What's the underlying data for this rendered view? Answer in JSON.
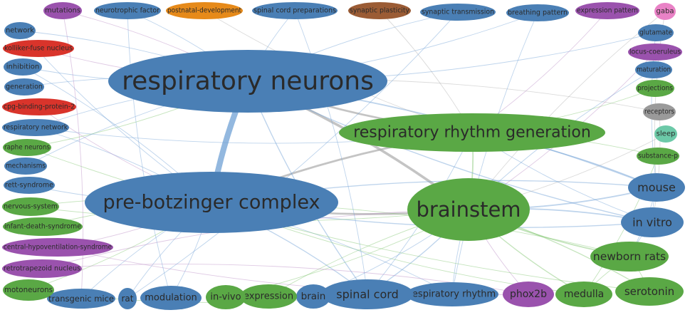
{
  "palette": {
    "blue": "#4a7fb5",
    "green": "#5aa845",
    "purple": "#9a52ad",
    "red": "#d9342b",
    "orange": "#e68a1a",
    "brown": "#9b5c35",
    "gray": "#9a9a9a",
    "teal": "#6cc9a8",
    "pink": "#e982c6",
    "edge_blue": "#6fa0d4",
    "edge_green": "#7cc46a",
    "edge_purple": "#b78ac4",
    "edge_gray": "#b0b0b0"
  },
  "nodes": [
    {
      "id": "respiratory-neurons",
      "label": "respiratory neurons",
      "color": "blue"
    },
    {
      "id": "pre-botzinger-complex",
      "label": "pre-botzinger complex",
      "color": "blue"
    },
    {
      "id": "respiratory-rhythm-generation",
      "label": "respiratory rhythm generation",
      "color": "green"
    },
    {
      "id": "brainstem",
      "label": "brainstem",
      "color": "green"
    },
    {
      "id": "mouse",
      "label": "mouse",
      "color": "blue"
    },
    {
      "id": "in-vitro",
      "label": "in vitro",
      "color": "blue"
    },
    {
      "id": "newborn-rats",
      "label": "newborn rats",
      "color": "green"
    },
    {
      "id": "serotonin",
      "label": "serotonin",
      "color": "green"
    },
    {
      "id": "medulla",
      "label": "medulla",
      "color": "green"
    },
    {
      "id": "phox2b",
      "label": "phox2b",
      "color": "purple"
    },
    {
      "id": "respiratory-rhythm",
      "label": "respiratory rhythm",
      "color": "blue"
    },
    {
      "id": "spinal-cord",
      "label": "spinal cord",
      "color": "blue"
    },
    {
      "id": "brain",
      "label": "brain",
      "color": "blue"
    },
    {
      "id": "expression",
      "label": "expression",
      "color": "green"
    },
    {
      "id": "in-vivo",
      "label": "in-vivo",
      "color": "green"
    },
    {
      "id": "modulation",
      "label": "modulation",
      "color": "blue"
    },
    {
      "id": "rat",
      "label": "rat",
      "color": "blue"
    },
    {
      "id": "transgenic-mice",
      "label": "transgenic mice",
      "color": "blue"
    },
    {
      "id": "motoneurons",
      "label": "motoneurons",
      "color": "green"
    },
    {
      "id": "retrotrapezoid-nucleus",
      "label": "retrotrapezoid nucleus",
      "color": "purple"
    },
    {
      "id": "central-hypoventilation-syndrome",
      "label": "central-hypoventilation-syndrome",
      "color": "purple"
    },
    {
      "id": "infant-death-syndrome",
      "label": "infant-death-syndrome",
      "color": "green"
    },
    {
      "id": "nervous-system",
      "label": "nervous-system",
      "color": "green"
    },
    {
      "id": "rett-syndrome",
      "label": "rett-syndrome",
      "color": "blue"
    },
    {
      "id": "mechanisms",
      "label": "mechanisms",
      "color": "blue"
    },
    {
      "id": "raphe-neurons",
      "label": "raphe neurons",
      "color": "green"
    },
    {
      "id": "respiratory-network",
      "label": "respiratory network",
      "color": "blue"
    },
    {
      "id": "cpg-binding-protein-2",
      "label": "cpg-binding-protein-2",
      "color": "red"
    },
    {
      "id": "generation",
      "label": "generation",
      "color": "blue"
    },
    {
      "id": "inhibition",
      "label": "inhibition",
      "color": "blue"
    },
    {
      "id": "kolliker-fuse-nucleus",
      "label": "kolliker-fuse nucleus",
      "color": "red"
    },
    {
      "id": "network",
      "label": "network",
      "color": "blue"
    },
    {
      "id": "mutations",
      "label": "mutations",
      "color": "purple"
    },
    {
      "id": "neurotrophic-factor",
      "label": "neurotrophic factor",
      "color": "blue"
    },
    {
      "id": "postnatal-development",
      "label": "postnatal-development",
      "color": "orange"
    },
    {
      "id": "spinal-cord-preparations",
      "label": "spinal cord preparations",
      "color": "blue"
    },
    {
      "id": "synaptic-plasticity",
      "label": "synaptic plasticity",
      "color": "brown"
    },
    {
      "id": "synaptic-transmission",
      "label": "synaptic transmission",
      "color": "blue"
    },
    {
      "id": "breathing-pattern",
      "label": "breathing pattern",
      "color": "blue"
    },
    {
      "id": "expression-pattern",
      "label": "expression pattern",
      "color": "purple"
    },
    {
      "id": "gaba",
      "label": "gaba",
      "color": "pink"
    },
    {
      "id": "glutamate",
      "label": "glutamate",
      "color": "blue"
    },
    {
      "id": "locus-coeruleus",
      "label": "locus-coeruleus",
      "color": "purple"
    },
    {
      "id": "maturation",
      "label": "maturation",
      "color": "blue"
    },
    {
      "id": "projections",
      "label": "projections",
      "color": "green"
    },
    {
      "id": "receptors",
      "label": "receptors",
      "color": "gray"
    },
    {
      "id": "sleep",
      "label": "sleep",
      "color": "teal"
    },
    {
      "id": "substance-p",
      "label": "substance-p",
      "color": "green"
    }
  ],
  "edges": [
    {
      "source": "respiratory-neurons",
      "target": "pre-botzinger-complex",
      "weight": 9,
      "color": "edge_blue"
    },
    {
      "source": "respiratory-neurons",
      "target": "brainstem",
      "weight": 4,
      "color": "edge_gray"
    },
    {
      "source": "respiratory-neurons",
      "target": "respiratory-rhythm-generation",
      "weight": 3,
      "color": "edge_gray"
    },
    {
      "source": "pre-botzinger-complex",
      "target": "respiratory-rhythm-generation",
      "weight": 3,
      "color": "edge_gray"
    },
    {
      "source": "pre-botzinger-complex",
      "target": "brainstem",
      "weight": 3,
      "color": "edge_gray"
    },
    {
      "source": "respiratory-rhythm-generation",
      "target": "brainstem",
      "weight": 2,
      "color": "edge_green"
    },
    {
      "source": "brainstem",
      "target": "mouse",
      "weight": 2,
      "color": "edge_blue"
    },
    {
      "source": "brainstem",
      "target": "in-vitro",
      "weight": 2,
      "color": "edge_blue"
    },
    {
      "source": "brainstem",
      "target": "newborn-rats",
      "weight": 2,
      "color": "edge_green"
    },
    {
      "source": "respiratory-neurons",
      "target": "mouse",
      "weight": 2,
      "color": "edge_blue"
    },
    {
      "source": "respiratory-neurons",
      "target": "in-vitro",
      "weight": 1.5,
      "color": "edge_blue"
    },
    {
      "source": "pre-botzinger-complex",
      "target": "mouse",
      "weight": 1.5,
      "color": "edge_blue"
    },
    {
      "source": "pre-botzinger-complex",
      "target": "in-vitro",
      "weight": 1.5,
      "color": "edge_blue"
    },
    {
      "source": "pre-botzinger-complex",
      "target": "spinal-cord",
      "weight": 1.5,
      "color": "edge_blue"
    },
    {
      "source": "respiratory-neurons",
      "target": "spinal-cord",
      "weight": 1.5,
      "color": "edge_blue"
    },
    {
      "source": "brainstem",
      "target": "spinal-cord",
      "weight": 1.5,
      "color": "edge_blue"
    },
    {
      "source": "brainstem",
      "target": "medulla",
      "weight": 1.5,
      "color": "edge_green"
    },
    {
      "source": "brainstem",
      "target": "serotonin",
      "weight": 1.5,
      "color": "edge_green"
    },
    {
      "source": "brainstem",
      "target": "phox2b",
      "weight": 1,
      "color": "edge_purple"
    },
    {
      "source": "pre-botzinger-complex",
      "target": "newborn-rats",
      "weight": 1,
      "color": "edge_green"
    },
    {
      "source": "pre-botzinger-complex",
      "target": "medulla",
      "weight": 1,
      "color": "edge_green"
    },
    {
      "source": "pre-botzinger-complex",
      "target": "respiratory-rhythm",
      "weight": 1,
      "color": "edge_blue"
    },
    {
      "source": "pre-botzinger-complex",
      "target": "rat",
      "weight": 1,
      "color": "edge_blue"
    },
    {
      "source": "pre-botzinger-complex",
      "target": "modulation",
      "weight": 1,
      "color": "edge_blue"
    },
    {
      "source": "pre-botzinger-complex",
      "target": "transgenic-mice",
      "weight": 1,
      "color": "edge_blue"
    },
    {
      "source": "pre-botzinger-complex",
      "target": "motoneurons",
      "weight": 1,
      "color": "edge_green"
    },
    {
      "source": "pre-botzinger-complex",
      "target": "respiratory-network",
      "weight": 1,
      "color": "edge_blue"
    },
    {
      "source": "pre-botzinger-complex",
      "target": "rett-syndrome",
      "weight": 1,
      "color": "edge_blue"
    },
    {
      "source": "pre-botzinger-complex",
      "target": "infant-death-syndrome",
      "weight": 1,
      "color": "edge_green"
    },
    {
      "source": "pre-botzinger-complex",
      "target": "central-hypoventilation-syndrome",
      "weight": 1,
      "color": "edge_purple"
    },
    {
      "source": "respiratory-neurons",
      "target": "network",
      "weight": 1,
      "color": "edge_blue"
    },
    {
      "source": "respiratory-neurons",
      "target": "inhibition",
      "weight": 1,
      "color": "edge_blue"
    },
    {
      "source": "respiratory-neurons",
      "target": "generation",
      "weight": 1,
      "color": "edge_blue"
    },
    {
      "source": "respiratory-neurons",
      "target": "kolliker-fuse-nucleus",
      "weight": 1,
      "color": "edge_purple"
    },
    {
      "source": "respiratory-neurons",
      "target": "neurotrophic-factor",
      "weight": 1,
      "color": "edge_blue"
    },
    {
      "source": "respiratory-neurons",
      "target": "synaptic-transmission",
      "weight": 1,
      "color": "edge_blue"
    },
    {
      "source": "respiratory-neurons",
      "target": "breathing-pattern",
      "weight": 1,
      "color": "edge_blue"
    },
    {
      "source": "respiratory-neurons",
      "target": "spinal-cord-preparations",
      "weight": 1,
      "color": "edge_blue"
    },
    {
      "source": "respiratory-neurons",
      "target": "glutamate",
      "weight": 1,
      "color": "edge_blue"
    },
    {
      "source": "respiratory-neurons",
      "target": "receptors",
      "weight": 1,
      "color": "edge_gray"
    },
    {
      "source": "respiratory-neurons",
      "target": "mechanisms",
      "weight": 1,
      "color": "edge_blue"
    },
    {
      "source": "respiratory-neurons",
      "target": "raphe-neurons",
      "weight": 1,
      "color": "edge_green"
    },
    {
      "source": "respiratory-neurons",
      "target": "mutations",
      "weight": 1,
      "color": "edge_purple"
    },
    {
      "source": "respiratory-rhythm-generation",
      "target": "mouse",
      "weight": 1.5,
      "color": "edge_blue"
    },
    {
      "source": "respiratory-rhythm-generation",
      "target": "in-vitro",
      "weight": 1,
      "color": "edge_blue"
    },
    {
      "source": "respiratory-rhythm-generation",
      "target": "respiratory-network",
      "weight": 1,
      "color": "edge_blue"
    },
    {
      "source": "respiratory-rhythm-generation",
      "target": "synaptic-plasticity",
      "weight": 1,
      "color": "edge_gray"
    },
    {
      "source": "respiratory-rhythm-generation",
      "target": "postnatal-development",
      "weight": 1,
      "color": "edge_gray"
    },
    {
      "source": "respiratory-rhythm-generation",
      "target": "expression-pattern",
      "weight": 1,
      "color": "edge_purple"
    },
    {
      "source": "respiratory-rhythm-generation",
      "target": "substance-p",
      "weight": 1,
      "color": "edge_green"
    },
    {
      "source": "respiratory-rhythm-generation",
      "target": "projections",
      "weight": 1,
      "color": "edge_green"
    },
    {
      "source": "respiratory-rhythm-generation",
      "target": "spinal-cord",
      "weight": 1,
      "color": "edge_blue"
    },
    {
      "source": "brainstem",
      "target": "locus-coeruleus",
      "weight": 1,
      "color": "edge_purple"
    },
    {
      "source": "brainstem",
      "target": "maturation",
      "weight": 1,
      "color": "edge_blue"
    },
    {
      "source": "brainstem",
      "target": "sleep",
      "weight": 1,
      "color": "edge_gray"
    },
    {
      "source": "brainstem",
      "target": "gaba",
      "weight": 1,
      "color": "edge_gray"
    },
    {
      "source": "brainstem",
      "target": "retrotrapezoid-nucleus",
      "weight": 1,
      "color": "edge_purple"
    },
    {
      "source": "brainstem",
      "target": "brain",
      "weight": 1,
      "color": "edge_blue"
    },
    {
      "source": "brainstem",
      "target": "expression",
      "weight": 1,
      "color": "edge_green"
    },
    {
      "source": "brainstem",
      "target": "in-vivo",
      "weight": 1,
      "color": "edge_green"
    },
    {
      "source": "brainstem",
      "target": "respiratory-rhythm",
      "weight": 1,
      "color": "edge_blue"
    },
    {
      "source": "brainstem",
      "target": "nervous-system",
      "weight": 1,
      "color": "edge_green"
    },
    {
      "source": "mouse",
      "target": "in-vitro",
      "weight": 1,
      "color": "edge_blue"
    },
    {
      "source": "mouse",
      "target": "newborn-rats",
      "weight": 1,
      "color": "edge_blue"
    },
    {
      "source": "in-vitro",
      "target": "newborn-rats",
      "weight": 1,
      "color": "edge_blue"
    },
    {
      "source": "newborn-rats",
      "target": "serotonin",
      "weight": 1,
      "color": "edge_green"
    },
    {
      "source": "newborn-rats",
      "target": "medulla",
      "weight": 1,
      "color": "edge_green"
    },
    {
      "source": "serotonin",
      "target": "raphe-neurons",
      "weight": 1,
      "color": "edge_green"
    },
    {
      "source": "phox2b",
      "target": "retrotrapezoid-nucleus",
      "weight": 1,
      "color": "edge_purple"
    },
    {
      "source": "phox2b",
      "target": "central-hypoventilation-syndrome",
      "weight": 1,
      "color": "edge_purple"
    },
    {
      "source": "spinal-cord",
      "target": "spinal-cord-preparations",
      "weight": 1,
      "color": "edge_blue"
    },
    {
      "source": "spinal-cord",
      "target": "motoneurons",
      "weight": 1,
      "color": "edge_green"
    },
    {
      "source": "respiratory-neurons",
      "target": "respiratory-network",
      "weight": 1,
      "color": "edge_blue"
    },
    {
      "source": "pre-botzinger-complex",
      "target": "network",
      "weight": 1,
      "color": "edge_blue"
    },
    {
      "source": "pre-botzinger-complex",
      "target": "inhibition",
      "weight": 1,
      "color": "edge_blue"
    },
    {
      "source": "pre-botzinger-complex",
      "target": "cpg-binding-protein-2",
      "weight": 1,
      "color": "edge_purple"
    },
    {
      "source": "pre-botzinger-complex",
      "target": "nervous-system",
      "weight": 1,
      "color": "edge_green"
    },
    {
      "source": "mouse",
      "target": "glutamate",
      "weight": 1,
      "color": "edge_blue"
    },
    {
      "source": "in-vitro",
      "target": "receptors",
      "weight": 1,
      "color": "edge_gray"
    },
    {
      "source": "mouse",
      "target": "gaba",
      "weight": 1,
      "color": "edge_gray"
    },
    {
      "source": "medulla",
      "target": "substance-p",
      "weight": 1,
      "color": "edge_green"
    },
    {
      "source": "respiratory-rhythm",
      "target": "breathing-pattern",
      "weight": 1,
      "color": "edge_blue"
    },
    {
      "source": "rat",
      "target": "synaptic-transmission",
      "weight": 1,
      "color": "edge_blue"
    },
    {
      "source": "modulation",
      "target": "neurotrophic-factor",
      "weight": 1,
      "color": "edge_blue"
    },
    {
      "source": "transgenic-mice",
      "target": "mutations",
      "weight": 1,
      "color": "edge_purple"
    }
  ]
}
